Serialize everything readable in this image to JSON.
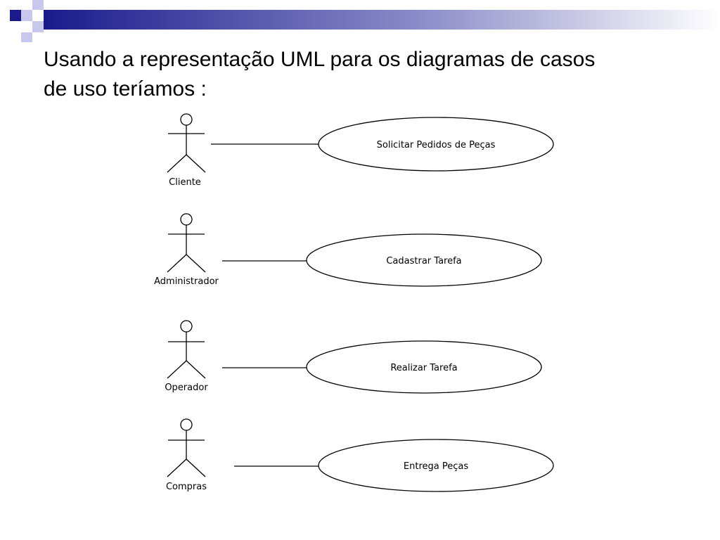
{
  "slide": {
    "title_line1": "Usando a representação UML para os diagramas de casos",
    "title_line2": "de uso teríamos :"
  },
  "diagram": {
    "rows": [
      {
        "actor": "Cliente",
        "use_case": "Solicitar Pedidos de Peças"
      },
      {
        "actor": "Administrador",
        "use_case": "Cadastrar Tarefa"
      },
      {
        "actor": "Operador",
        "use_case": "Realizar Tarefa"
      },
      {
        "actor": "Compras",
        "use_case": "Entrega Peças"
      }
    ]
  },
  "colors": {
    "accent_dark": "#1a1a8c",
    "accent_light": "#9a9adc",
    "line": "#000000"
  }
}
